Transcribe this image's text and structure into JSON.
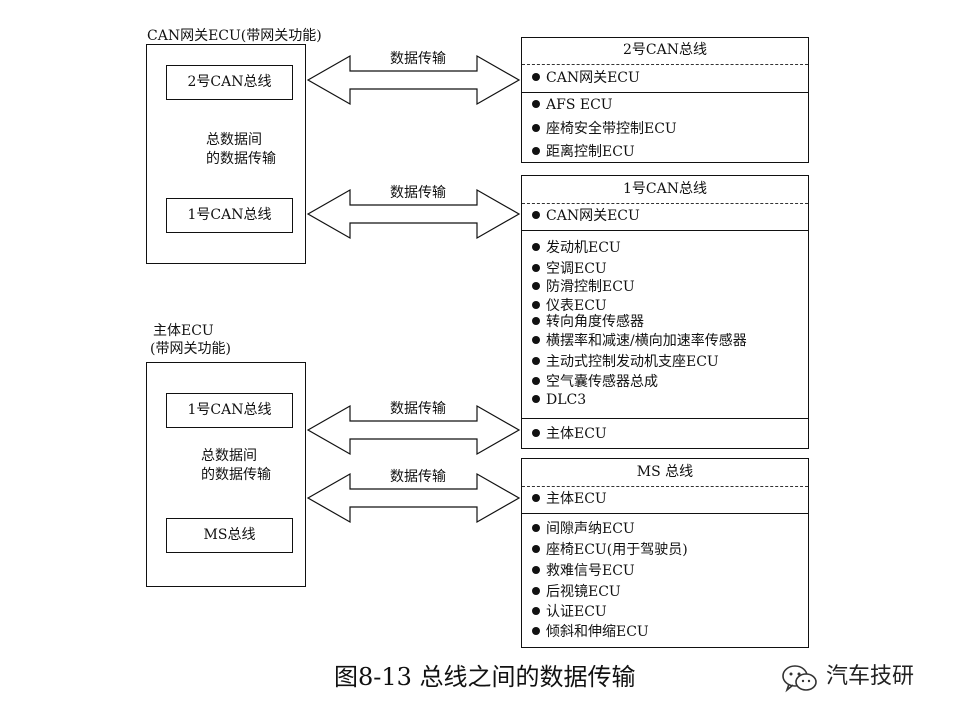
{
  "gateway_top": {
    "title": "CAN网关ECU(带网关功能)",
    "box_upper": "2号CAN总线",
    "box_lower": "1号CAN总线",
    "center_note_line1": "总数据间",
    "center_note_line2": "的数据传输"
  },
  "gateway_bottom": {
    "title_line1": "主体ECU",
    "title_line2": "(带网关功能)",
    "box_upper": "1号CAN总线",
    "box_lower": "MS总线",
    "center_note_line1": "总数据间",
    "center_note_line2": "的数据传输"
  },
  "transfer_label": "数据传输",
  "panel_can2": {
    "header": "2号CAN总线",
    "gateway_item": "CAN网关ECU",
    "items": [
      "AFS ECU",
      "座椅安全带控制ECU",
      "距离控制ECU"
    ]
  },
  "panel_can1": {
    "header": "1号CAN总线",
    "gateway_item": "CAN网关ECU",
    "items": [
      "发动机ECU",
      "空调ECU",
      "防滑控制ECU",
      "仪表ECU",
      "转向角度传感器",
      "横摆率和减速/横向加速率传感器",
      "主动式控制发动机支座ECU",
      "空气囊传感器总成",
      "DLC3"
    ],
    "footer_item": "主体ECU"
  },
  "panel_ms": {
    "header": "MS 总线",
    "gateway_item": "主体ECU",
    "items": [
      "间隙声纳ECU",
      "座椅ECU(用于驾驶员)",
      "救难信号ECU",
      "后视镜ECU",
      "认证ECU",
      "倾斜和伸缩ECU"
    ]
  },
  "caption": "图8-13  总线之间的数据传输",
  "watermark": {
    "text": "汽车技研",
    "icon": "wechat-icon"
  }
}
